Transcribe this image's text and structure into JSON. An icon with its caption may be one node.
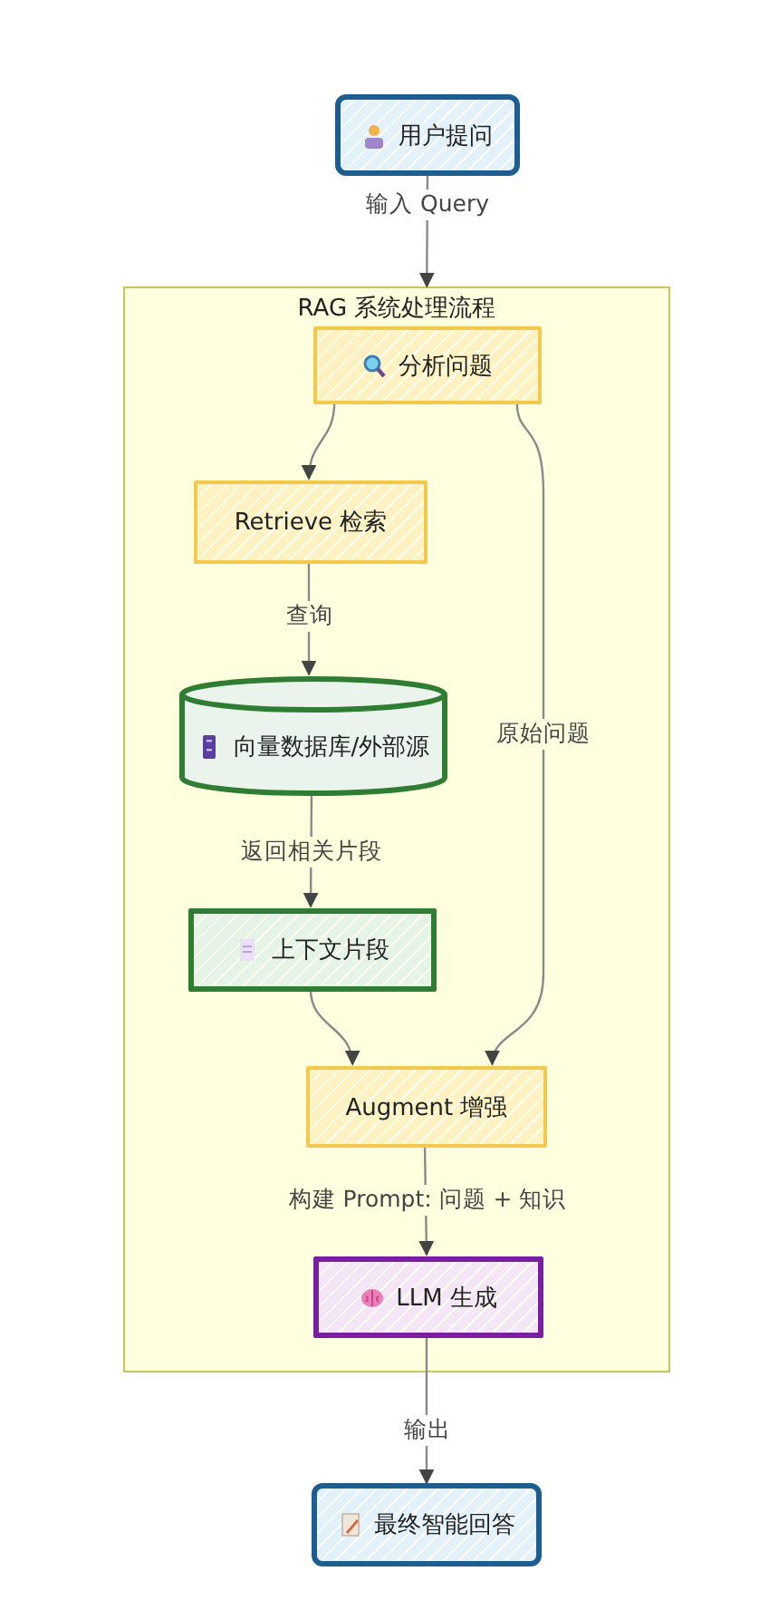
{
  "diagram": {
    "nodes": [
      {
        "text": [
          "用户提问"
        ]
      },
      {
        "text": [
          "RAG 系统处理流程"
        ]
      },
      {
        "text": [
          "分析问题"
        ],
        "in": 1
      },
      {
        "text": [
          "Retrieve 检索"
        ],
        "in": 1
      },
      {
        "text": [
          "向量数据库/外部源"
        ],
        "in": 1
      },
      {
        "text": [
          "上下文片段"
        ],
        "in": 1
      },
      {
        "text": [
          "Augment 增强"
        ],
        "in": 1
      },
      {
        "text": [
          "LLM 生成"
        ],
        "in": 1
      },
      {
        "text": [
          "最终智能回答"
        ]
      }
    ],
    "edges": [
      {
        "from": 0,
        "to": 1,
        "arrow": "to",
        "label": "输入 Query"
      },
      {
        "from": 2,
        "to": 3,
        "arrow": "to"
      },
      {
        "from": 3,
        "to": 4,
        "arrow": "to",
        "label": "查询"
      },
      {
        "from": 4,
        "to": 5,
        "arrow": "to",
        "label": "返回相关片段"
      },
      {
        "from": 5,
        "to": 6,
        "arrow": "to"
      },
      {
        "from": 2,
        "to": 6,
        "arrow": "to",
        "label": "原始问题"
      },
      {
        "from": 6,
        "to": 7,
        "arrow": "to",
        "label": "构建 Prompt: 问题 + 知识"
      },
      {
        "from": 7,
        "to": 8,
        "arrow": "to",
        "label": "输出"
      }
    ]
  }
}
